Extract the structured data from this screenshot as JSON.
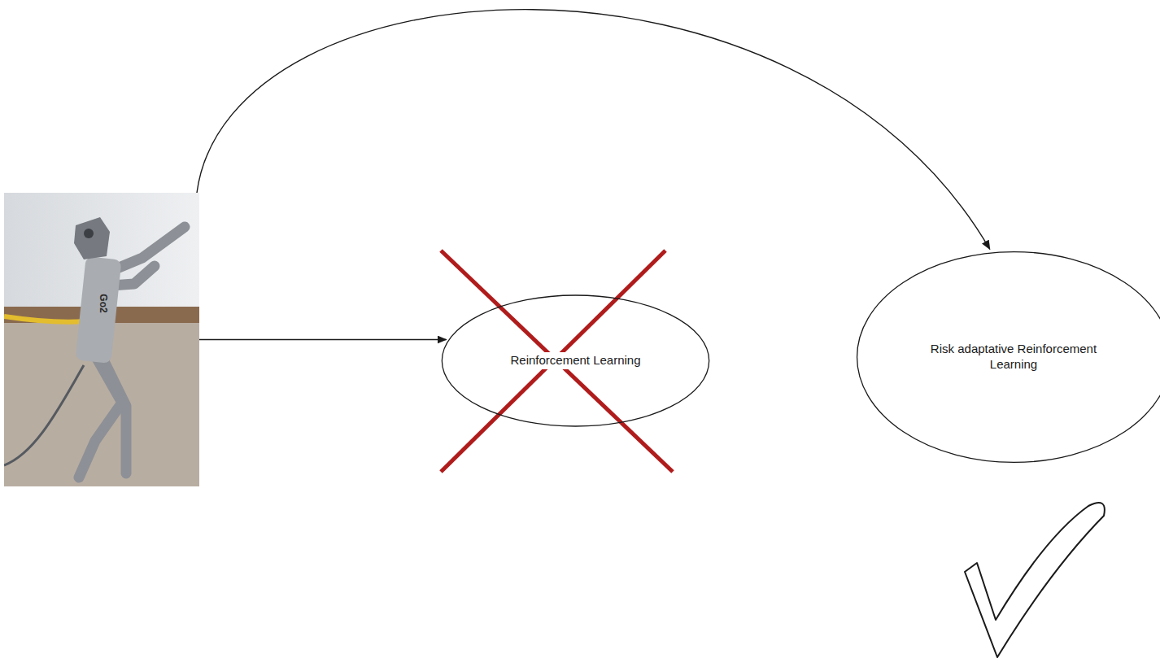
{
  "diagram": {
    "nodes": [
      {
        "text": [
          "Go2"
        ]
      },
      {
        "text": [
          "Reinforcement Learning"
        ]
      },
      {
        "text": [
          "Risk adaptative Reinforcement Learning"
        ]
      }
    ],
    "edges": [
      {
        "from": 0,
        "to": 1,
        "arrow": "to"
      },
      {
        "from": 0,
        "to": 2,
        "arrow": "to"
      }
    ]
  }
}
